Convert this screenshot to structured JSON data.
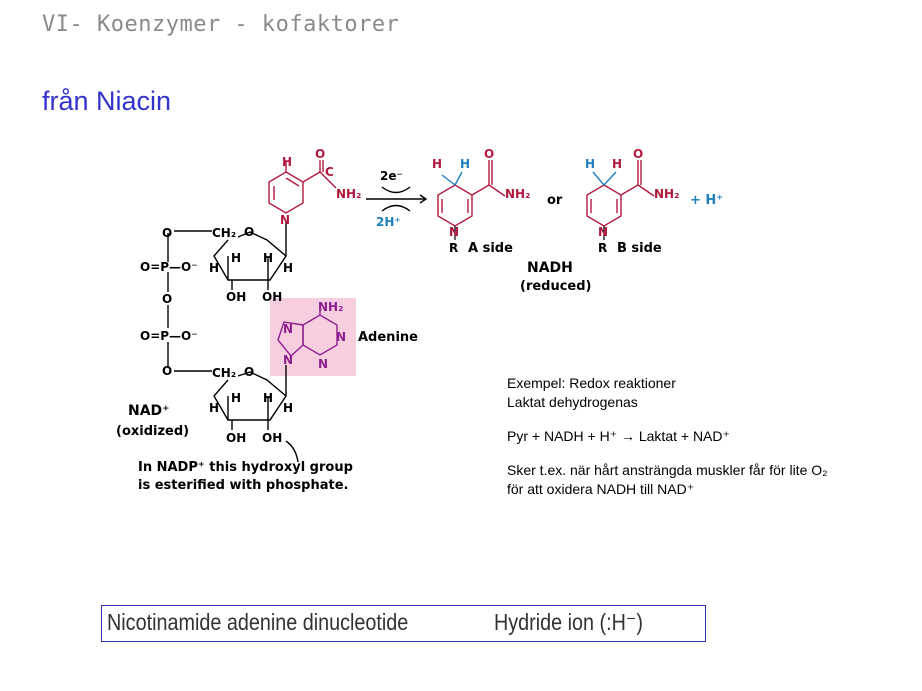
{
  "slide": {
    "title": "VI- Koenzymer - kofaktorer",
    "subtitle": "från Niacin"
  },
  "diagram": {
    "nad_label": "NAD⁺",
    "nad_state": "(oxidized)",
    "nadh_label": "NADH",
    "nadh_state": "(reduced)",
    "adenine_label": "Adenine",
    "electrons": "2e⁻",
    "protons": "2H⁺",
    "a_side": "A side",
    "b_side": "B side",
    "or": "or",
    "plus_h": "+ H⁺",
    "nadp_note_line1": "In NADP⁺ this hydroxyl group",
    "nadp_note_line2": "is esterified with phosphate.",
    "nh2": "NH₂",
    "oh": "OH",
    "o_atom": "O",
    "n_atom": "N",
    "h_atom": "H",
    "r_atom": "R",
    "c_atom": "C",
    "ch2": "CH₂",
    "phosphate_top": "O=P—O⁻",
    "phosphate_bottom": "O=P—O⁻"
  },
  "notes": {
    "line1": "Exempel: Redox reaktioner",
    "line2": "Laktat dehydrogenas",
    "line3": "Pyr + NADH + H⁺ → Laktat + NAD⁺",
    "line4": "Sker t.ex. när hårt ansträngda muskler får för lite O₂",
    "line5": "för att oxidera NADH till NAD⁺"
  },
  "footer": {
    "left": "Nicotinamide adenine dinucleotide",
    "right": "Hydride ion (:H⁻)"
  },
  "colors": {
    "title": "#8a8a8a",
    "subtitle": "#3333cc",
    "nicotinamide": "#b0193d",
    "proton": "#1f7fbf",
    "adenine": "#8e1f8e",
    "adenine_highlight": "#f7cde0",
    "footer_border": "#3333aa"
  }
}
